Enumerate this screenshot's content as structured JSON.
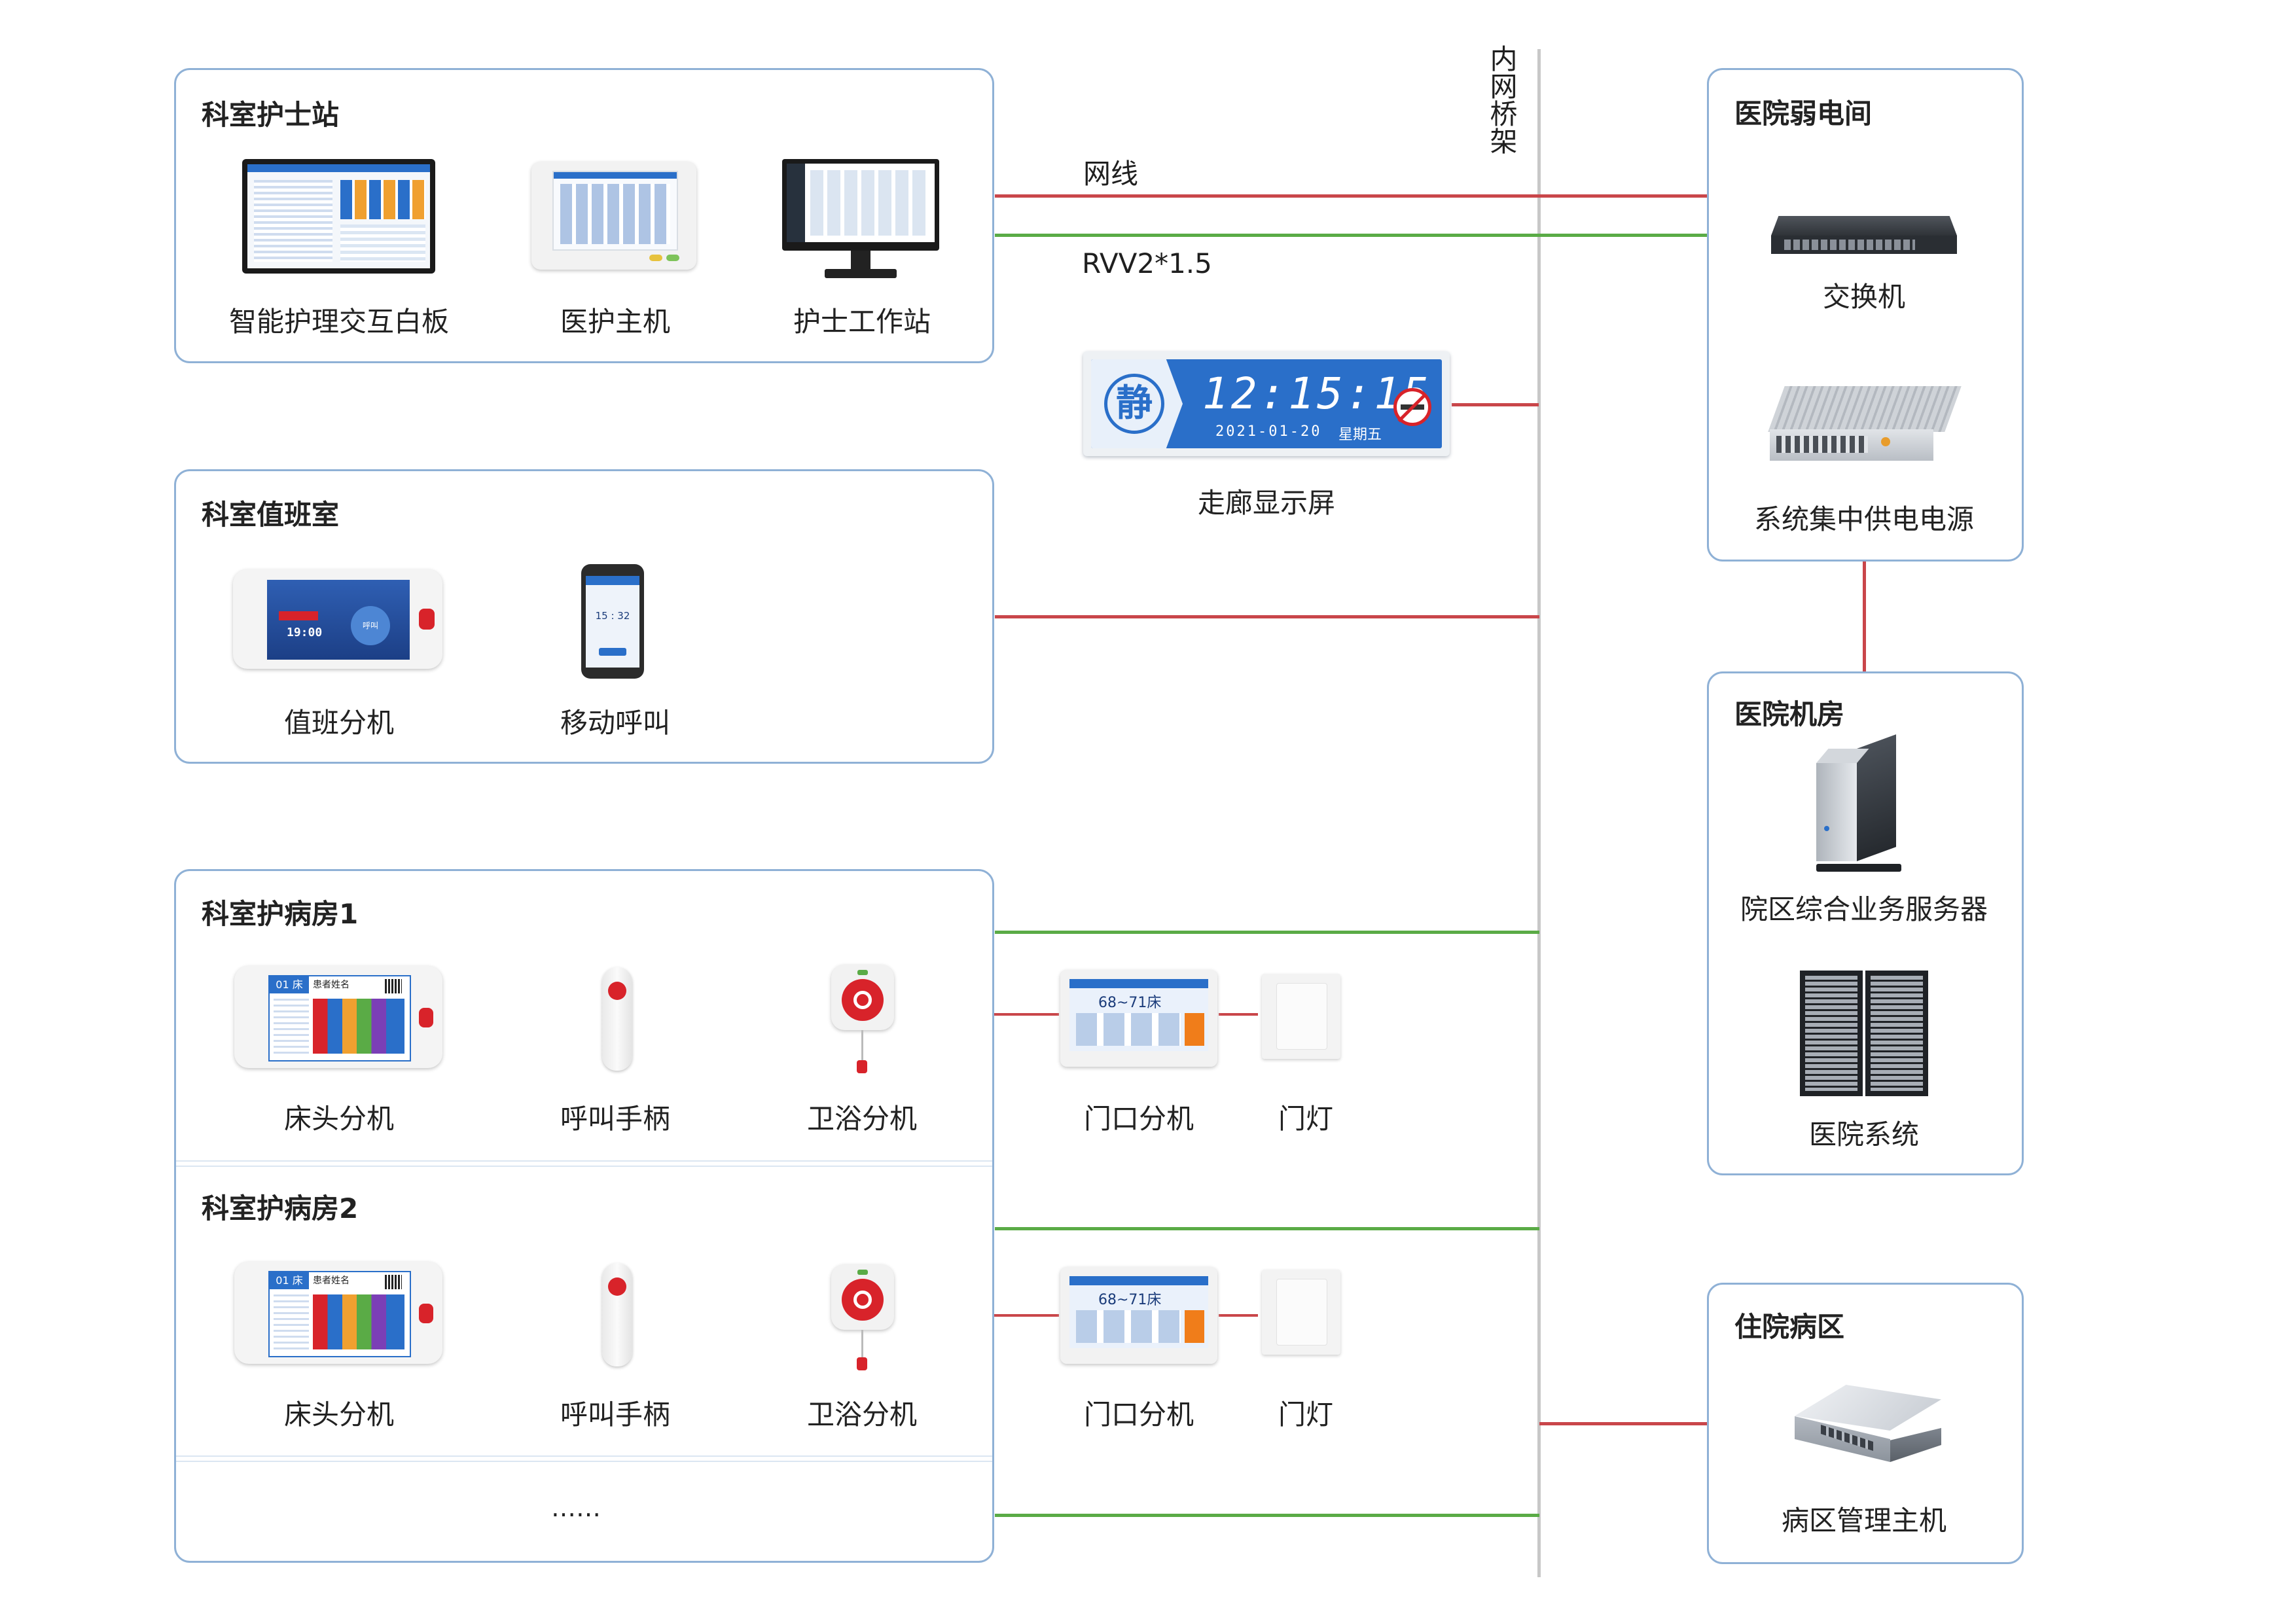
{
  "backbone_label": "内网桥架",
  "legend": {
    "network_cable": "网线",
    "power_cable": "RVV2*1.5"
  },
  "corridor_display": {
    "label": "走廊显示屏",
    "quiet_char": "静",
    "time": "12:15:15",
    "date": "2021-01-20",
    "weekday": "星期五"
  },
  "nurse_station": {
    "title": "科室护士站",
    "devices": [
      "智能护理交互白板",
      "医护主机",
      "护士工作站"
    ]
  },
  "duty_room": {
    "title": "科室值班室",
    "devices": [
      "值班分机",
      "移动呼叫"
    ],
    "duty_screen_time": "19:00",
    "duty_screen_call": "呼叫",
    "mobile_time": "15 : 32"
  },
  "ward1": {
    "title": "科室护病房1",
    "devices": [
      "床头分机",
      "呼叫手柄",
      "卫浴分机",
      "门口分机",
      "门灯"
    ],
    "bed_no": "01 床",
    "patient": "患者姓名",
    "door_beds": "68~71床"
  },
  "ward2": {
    "title": "科室护病房2",
    "devices": [
      "床头分机",
      "呼叫手柄",
      "卫浴分机",
      "门口分机",
      "门灯"
    ],
    "bed_no": "01 床",
    "patient": "患者姓名",
    "door_beds": "68~71床"
  },
  "more": "……",
  "weak_room": {
    "title": "医院弱电间",
    "devices": [
      "交换机",
      "系统集中供电电源"
    ]
  },
  "machine_room": {
    "title": "医院机房",
    "devices": [
      "院区综合业务服务器",
      "医院系统"
    ]
  },
  "inpatient": {
    "title": "住院病区",
    "devices": [
      "病区管理主机"
    ]
  },
  "colors": {
    "panel_border": "#8fb1d6",
    "network_line": "#c9464a",
    "power_line": "#5aab46",
    "backbone": "#c8c8c8"
  }
}
